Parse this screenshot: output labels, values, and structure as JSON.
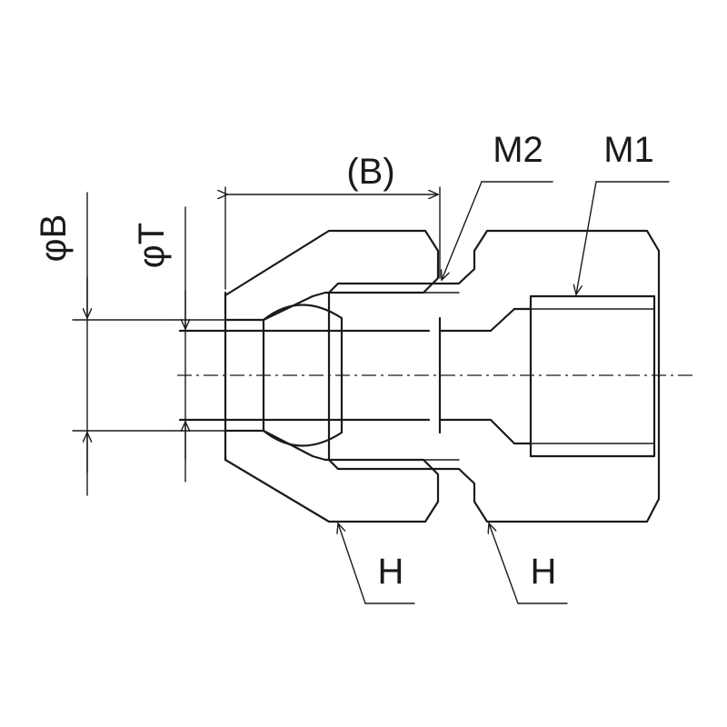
{
  "labels": {
    "dim_b_paren": "(B)",
    "dim_phi_b": "φB",
    "dim_phi_t": "φT",
    "thread_m1": "M1",
    "thread_m2": "M2",
    "hex_h_nut": "H",
    "hex_h_body": "H"
  },
  "colors": {
    "line": "#1a1a1a",
    "background": "#ffffff"
  }
}
